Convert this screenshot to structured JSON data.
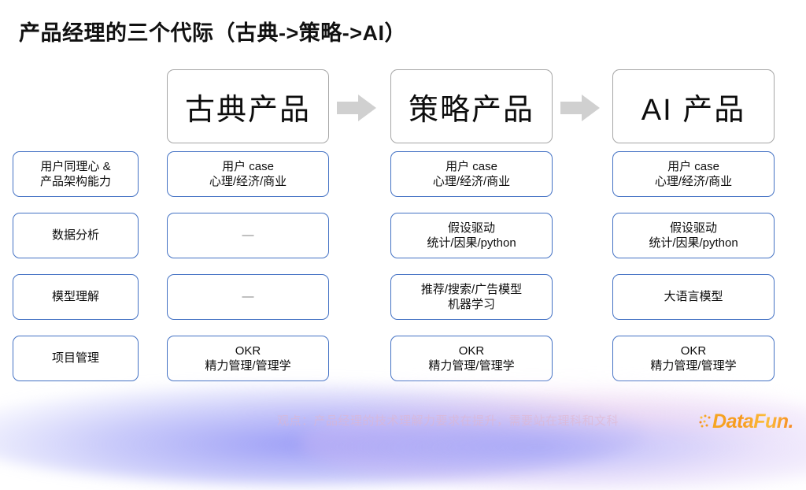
{
  "slide": {
    "title": "产品经理的三个代际（古典->策略->AI）"
  },
  "generations": [
    {
      "label": "古典产品"
    },
    {
      "label": "策略产品"
    },
    {
      "label": "AI 产品"
    }
  ],
  "arrow_icon": "right-arrow-icon",
  "rows": [
    {
      "label_line1": "用户同理心 &",
      "label_line2": "产品架构能力",
      "cells": [
        {
          "line1": "用户 case",
          "line2": "心理/经济/商业"
        },
        {
          "line1": "用户 case",
          "line2": "心理/经济/商业"
        },
        {
          "line1": "用户 case",
          "line2": "心理/经济/商业"
        }
      ]
    },
    {
      "label_line1": "数据分析",
      "label_line2": "",
      "cells": [
        {
          "line1": "—",
          "line2": ""
        },
        {
          "line1": "假设驱动",
          "line2": "统计/因果/python"
        },
        {
          "line1": "假设驱动",
          "line2": "统计/因果/python"
        }
      ]
    },
    {
      "label_line1": "模型理解",
      "label_line2": "",
      "cells": [
        {
          "line1": "—",
          "line2": ""
        },
        {
          "line1": "推荐/搜索/广告模型",
          "line2": "机器学习"
        },
        {
          "line1": "大语言模型",
          "line2": ""
        }
      ]
    },
    {
      "label_line1": "项目管理",
      "label_line2": "",
      "cells": [
        {
          "line1": "OKR",
          "line2": "精力管理/管理学"
        },
        {
          "line1": "OKR",
          "line2": "精力管理/管理学"
        },
        {
          "line1": "OKR",
          "line2": "精力管理/管理学"
        }
      ]
    }
  ],
  "footnote": {
    "text": "观点：产品经理的技术理解力要求在提升，需要站在理科和文科"
  },
  "brand": {
    "name": "DataFun.",
    "logo_icon": "datafun-dots-icon"
  },
  "colors": {
    "cell_border": "#4472C4",
    "header_border": "#A6A6A6",
    "arrow_fill": "#D0D0D0",
    "title_text": "#111111",
    "brand_orange": "#F5A623",
    "wave_purple": "#8C8EF5"
  }
}
